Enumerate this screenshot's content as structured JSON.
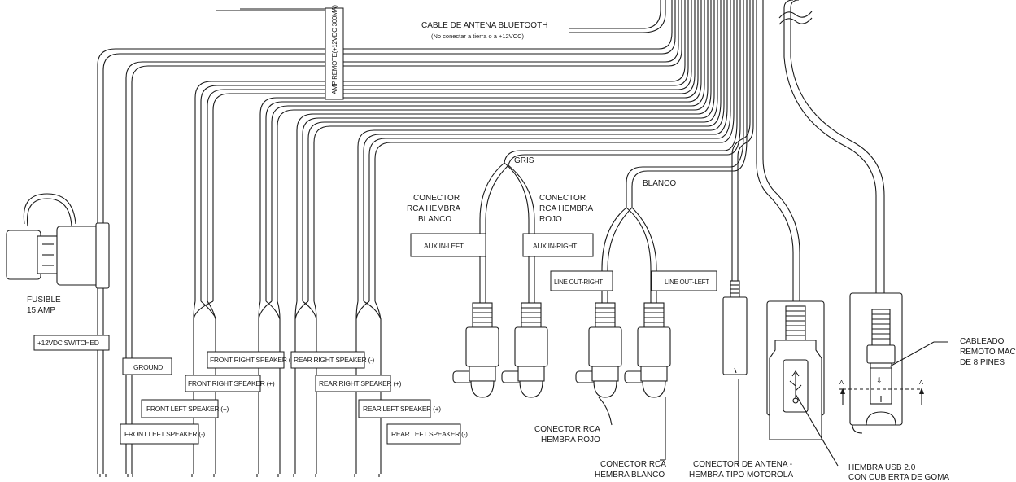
{
  "labels": {
    "bt_antenna": "CABLE DE ANTENA BLUETOOTH",
    "bt_note": "(No conectar a tierra o a +12VCC)",
    "amp_turn_on": "AMP REMOTE(+12VDC 300MA)",
    "gris": "GRIS",
    "blanco": "BLANCO",
    "rca_white_title": [
      "CONECTOR",
      "RCA HEMBRA",
      "BLANCO"
    ],
    "rca_red_title": [
      "CONECTOR",
      "RCA HEMBRA",
      "ROJO"
    ],
    "fuse": [
      "FUSIBLE",
      "15 AMP"
    ],
    "remote_plug": [
      "CABLEADO",
      "REMOTO MACHO",
      "DE 8 PINES"
    ],
    "rca_red_bottom": [
      "CONECTOR RCA",
      "HEMBRA ROJO"
    ],
    "rca_white_bottom": [
      "CONECTOR RCA",
      "HEMBRA BLANCO"
    ],
    "antenna_conn": [
      "CONECTOR DE ANTENA -",
      "HEMBRA TIPO MOTOROLA"
    ],
    "usb": [
      "HEMBRA USB 2.0",
      "CON CUBIERTA DE GOMA"
    ],
    "section_a1": "A",
    "section_a2": "A"
  },
  "tags": {
    "switched": "+12VDC SWITCHED",
    "ground": "GROUND",
    "front_right_neg": "FRONT RIGHT SPEAKER (-)",
    "front_right_pos": "FRONT RIGHT SPEAKER (+)",
    "front_left_pos": "FRONT LEFT SPEAKER (+)",
    "front_left_neg": "FRONT LEFT SPEAKER (-)",
    "rear_right_neg": "REAR RIGHT SPEAKER (-)",
    "rear_right_pos": "REAR RIGHT SPEAKER (+)",
    "rear_left_pos": "REAR LEFT SPEAKER (+)",
    "rear_left_neg": "REAR LEFT SPEAKER (-)",
    "aux_left": "AUX IN-LEFT",
    "aux_right": "AUX IN-RIGHT",
    "line_out_right": "LINE OUT-RIGHT",
    "line_out_left": "LINE OUT-LEFT"
  }
}
